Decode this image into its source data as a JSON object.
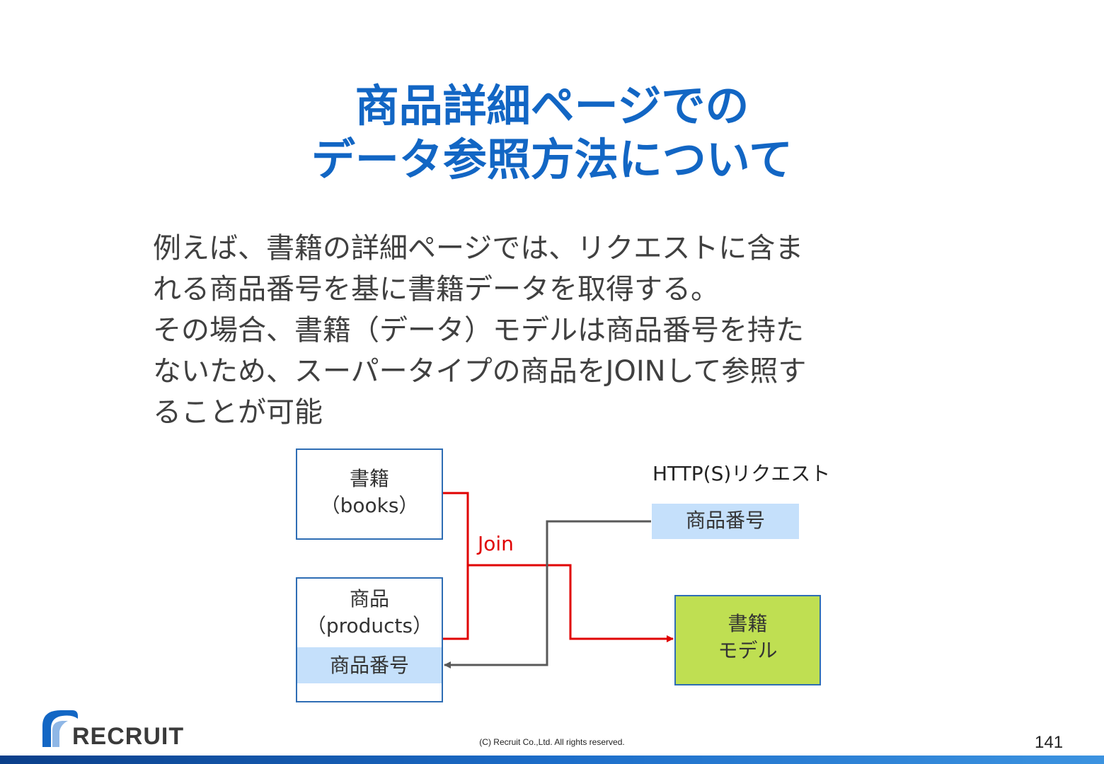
{
  "slide": {
    "title_line1": "商品詳細ページでの",
    "title_line2": "データ参照方法について",
    "paragraph1_line1": "例えば、書籍の詳細ページでは、リクエストに含ま",
    "paragraph1_line2": "れる商品番号を基に書籍データを取得する。",
    "paragraph2_line1": "その場合、書籍（データ）モデルは商品番号を持た",
    "paragraph2_line2": "ないため、スーパータイプの商品をJOINして参照す",
    "paragraph2_line3": "ることが可能"
  },
  "diagram": {
    "books_title": "書籍",
    "books_sub": "（books）",
    "products_title": "商品",
    "products_sub": "（products）",
    "products_field": "商品番号",
    "http_label": "HTTP(S)リクエスト",
    "request_field": "商品番号",
    "join_label": "Join",
    "model_title": "書籍",
    "model_sub": "モデル",
    "colors": {
      "join_line": "#e00000",
      "reference_line": "#595959",
      "model_fill": "#bfdf52",
      "field_fill": "#c5e0fb",
      "box_border": "#2e6db4"
    }
  },
  "footer": {
    "logo_text": "RECRUIT",
    "copyright": "(C) Recruit Co.,Ltd. All rights reserved.",
    "page_number": "141"
  }
}
